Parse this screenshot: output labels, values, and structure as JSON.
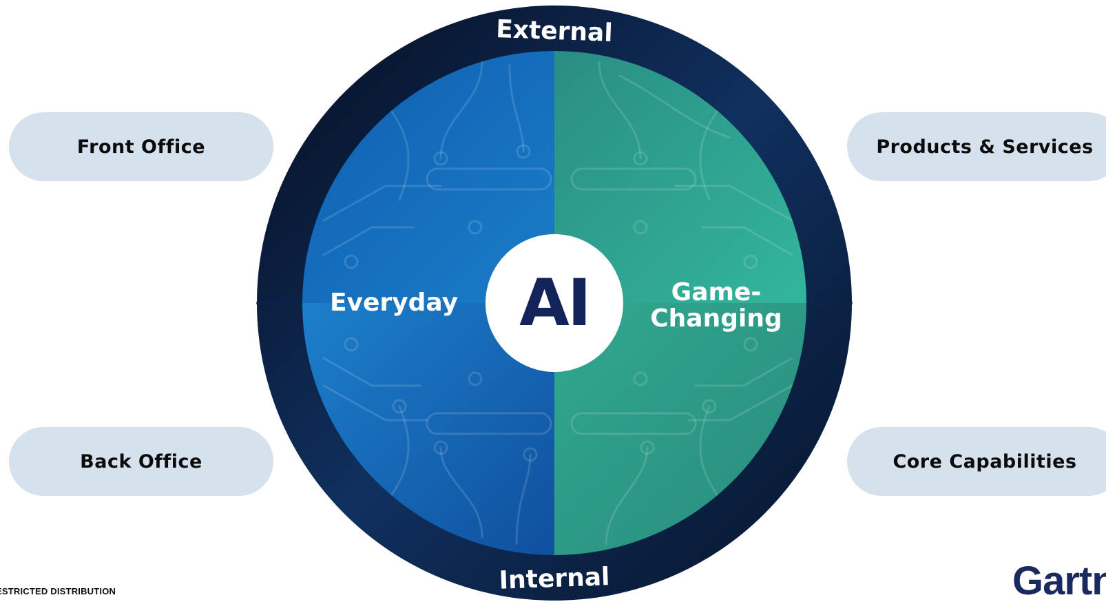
{
  "diagram": {
    "center": "AI",
    "ring_top": "External",
    "ring_bottom": "Internal",
    "left_quadrant": "Everyday",
    "right_quadrant_line1": "Game-",
    "right_quadrant_line2": "Changing"
  },
  "labels": {
    "top_left": "Front Office",
    "bottom_left": "Back Office",
    "top_right": "Products & Services",
    "bottom_right": "Core Capabilities"
  },
  "footer": {
    "distribution": "ESTRICTED DISTRIBUTION",
    "logo": "Gartn"
  },
  "colors": {
    "ring_dark": "#0b1a3e",
    "quadrant_blue": "#1466b4",
    "quadrant_teal": "#2ea58e",
    "center_text": "#13245a",
    "pill_bg": "#d5e1ec"
  }
}
